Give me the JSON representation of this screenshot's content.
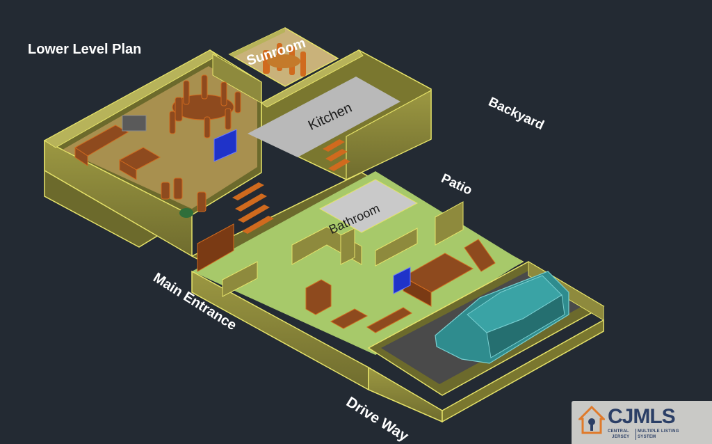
{
  "plan": {
    "title": "Lower Level Plan",
    "rooms": {
      "sunroom": "Sunroom",
      "kitchen": "Kitchen",
      "bathroom": "Bathroom"
    },
    "areas": {
      "backyard": "Backyard",
      "patio": "Patio",
      "main_entrance": "Main Entrance",
      "driveway": "Drive Way"
    }
  },
  "logo": {
    "wordmark": "CJMLS",
    "sub_left_1": "CENTRAL",
    "sub_left_2": "JERSEY",
    "sub_right_1": "MULTIPLE LISTING",
    "sub_right_2": "SYSTEM"
  },
  "colors": {
    "background": "#232a33",
    "wall": "#8e8a3d",
    "wall_outline": "#e6e36a",
    "living_floor": "#a8904f",
    "main_floor": "#a7c96a",
    "kitchen_floor": "#b9b9b9",
    "furniture": "#8e4a1e",
    "car": "#2f8c8e",
    "tv": "#1f33c9"
  }
}
